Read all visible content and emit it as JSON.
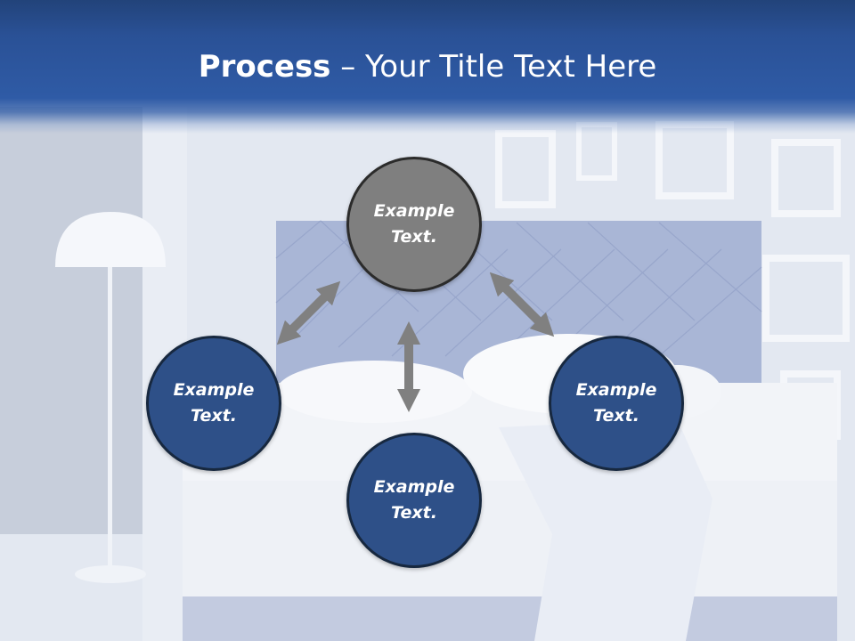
{
  "slide": {
    "title_bold": "Process",
    "title_rest": " – Your Title Text Here"
  },
  "nodes": {
    "top": {
      "line1": "Example",
      "line2": "Text."
    },
    "left": {
      "line1": "Example",
      "line2": "Text."
    },
    "right": {
      "line1": "Example",
      "line2": "Text."
    },
    "bottom": {
      "line1": "Example",
      "line2": "Text."
    }
  },
  "colors": {
    "header": "#2f5ba6",
    "node_blue": "#2e5088",
    "node_grey": "#7f7f7f",
    "arrow": "#808080"
  }
}
